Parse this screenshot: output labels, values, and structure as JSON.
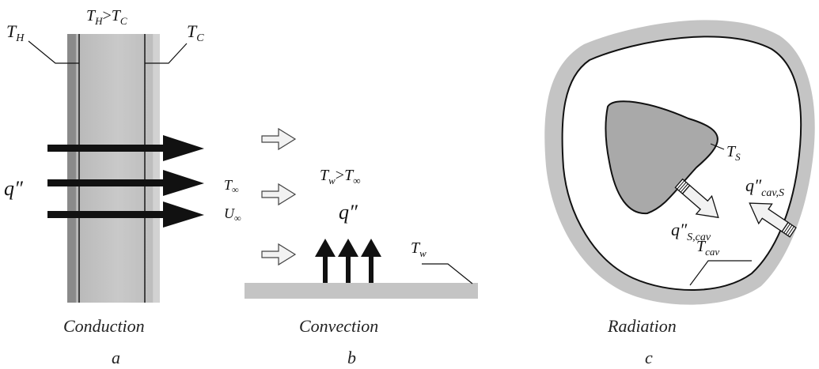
{
  "conduction": {
    "temp_relation": {
      "main1": "T",
      "sub1": "H",
      "op": ">",
      "main2": "T",
      "sub2": "C"
    },
    "hot_label": {
      "main": "T",
      "sub": "H"
    },
    "cold_label": {
      "main": "T",
      "sub": "C"
    },
    "flux_label": "q″",
    "caption": "Conduction",
    "letter": "a"
  },
  "convection": {
    "freestream_temp": {
      "main": "T",
      "sub": "∞"
    },
    "freestream_velocity": {
      "main": "U",
      "sub": "∞"
    },
    "temp_relation": {
      "main1": "T",
      "sub1": "w",
      "op": ">",
      "main2": "T",
      "sub2": "∞"
    },
    "flux_label": "q″",
    "wall_label": {
      "main": "T",
      "sub": "w"
    },
    "caption": "Convection",
    "letter": "b"
  },
  "radiation": {
    "surface_label": {
      "main": "T",
      "sub": "S"
    },
    "flux_s_cav": {
      "main": "q″",
      "sub": "S,cav"
    },
    "flux_cav_s": {
      "main": "q″",
      "sub": "cav,S"
    },
    "cavity_label": {
      "main": "T",
      "sub": "cav"
    },
    "caption": "Radiation",
    "letter": "c"
  },
  "colors": {
    "ink": "#111111",
    "wall_gray": "#c4c4c4",
    "body_gray": "#a9a9a9",
    "hollow_arrow_fill": "#f2f2f2"
  }
}
